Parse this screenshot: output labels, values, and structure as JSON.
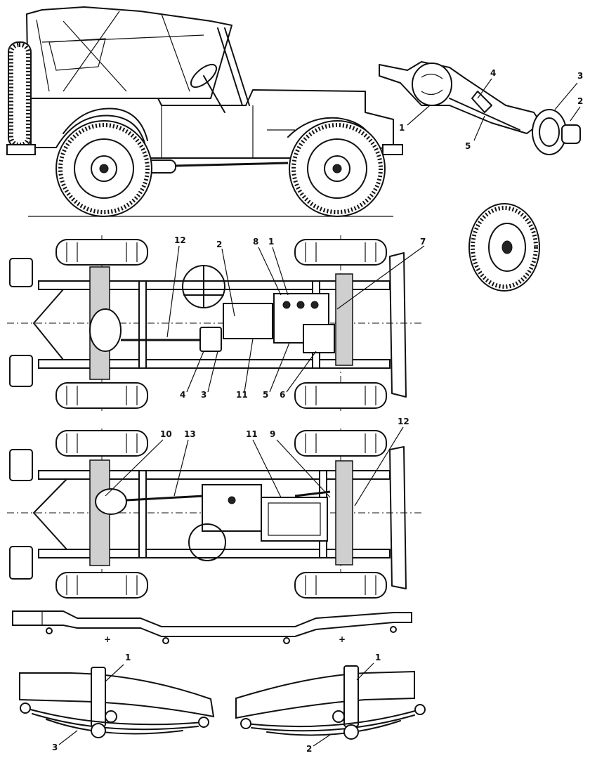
{
  "side_view": {
    "callouts": []
  },
  "axle_detail": {
    "callouts": [
      "1",
      "2",
      "3",
      "4",
      "5"
    ]
  },
  "chassis_top": {
    "callouts": [
      "1",
      "2",
      "3",
      "4",
      "5",
      "6",
      "7",
      "8",
      "11",
      "12"
    ]
  },
  "chassis_bottom": {
    "callouts": [
      "9",
      "10",
      "11",
      "12",
      "13"
    ]
  },
  "frame_rail": {
    "markers": [
      "+",
      "+"
    ]
  },
  "spring_left": {
    "callouts": [
      "1",
      "3"
    ]
  },
  "spring_right": {
    "callouts": [
      "1",
      "2"
    ]
  },
  "colors": {
    "line": "#111111",
    "paper": "#ffffff",
    "shade": "#cfcfcf"
  }
}
